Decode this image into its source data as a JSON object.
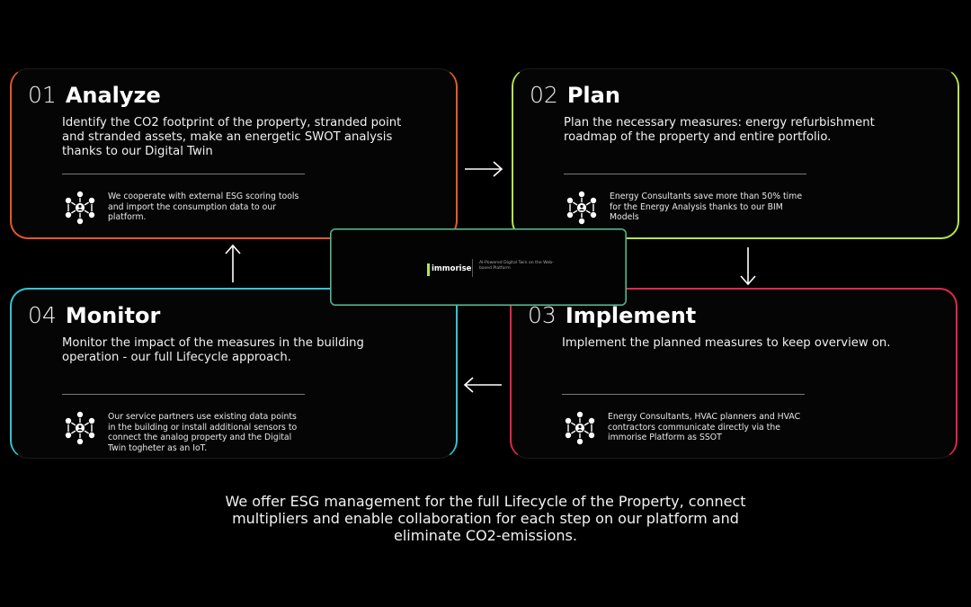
{
  "cards": {
    "analyze": {
      "number": "01",
      "title": "Analyze",
      "description": "Identify the CO2 footprint of the property, stranded point and stranded assets, make an energetic SWOT analysis thanks to our Digital Twin",
      "note": "We cooperate with external ESG scoring tools and import the consumption data to our platform.",
      "accent": "#e8582a"
    },
    "plan": {
      "number": "02",
      "title": "Plan",
      "description": "Plan the necessary measures: energy refurbishment roadmap of the property and entire portfolio.",
      "note": "Energy Consultants save more than 50% time for the Energy Analysis thanks to our BIM Models",
      "accent": "#b7e548"
    },
    "implement": {
      "number": "03",
      "title": "Implement",
      "description": "Implement the planned measures to keep overview on.",
      "note": "Energy Consultants, HVAC planners and HVAC contractors communicate directly via the immorise Platform as SSOT",
      "accent": "#e0284f"
    },
    "monitor": {
      "number": "04",
      "title": "Monitor",
      "description": "Monitor the impact of the measures in the building operation - our full Lifecycle approach.",
      "note": "Our service partners use existing data points in the building or install additional sensors to connect the analog property and the Digital Twin togheter as an IoT.",
      "accent": "#30c6d4"
    }
  },
  "center": {
    "brand": "immorise",
    "tagline": "AI-Powered Digital Twin on the Web-based Platform"
  },
  "icons": {
    "network": "network-people-icon",
    "arrow_right": "arrow-right-icon",
    "arrow_down": "arrow-down-icon",
    "arrow_left": "arrow-left-icon",
    "arrow_up": "arrow-up-icon"
  },
  "footer": "We offer ESG management for the full Lifecycle of the Property, connect multipliers and enable collaboration for each step on our platform and eliminate CO2-emissions."
}
